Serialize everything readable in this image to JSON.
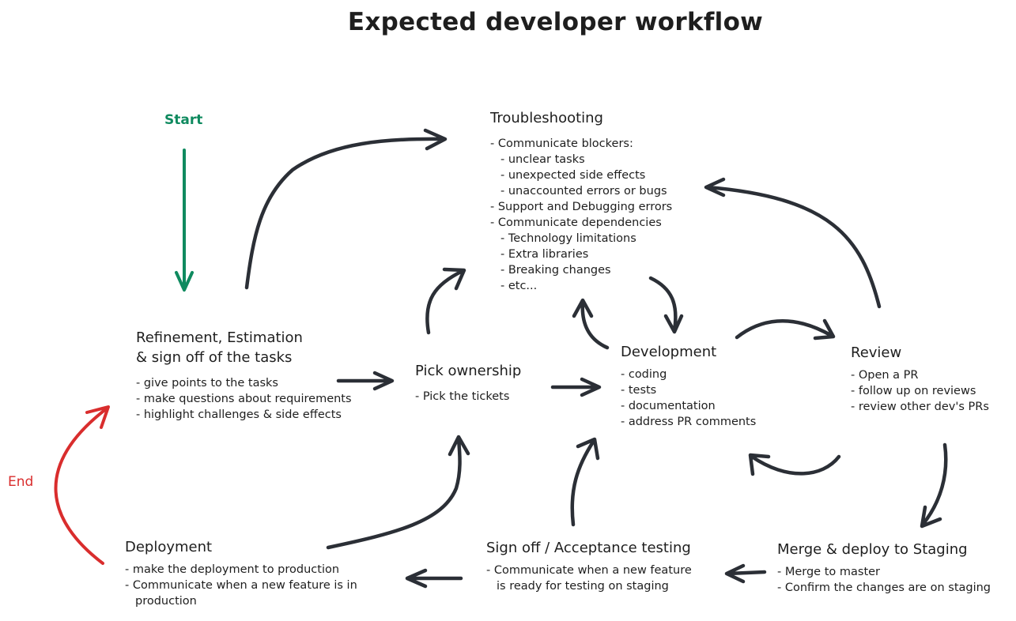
{
  "title": "Expected developer workflow",
  "start_label": "Start",
  "end_label": "End",
  "colors": {
    "stroke": "#2b2f36",
    "start": "#0f8a5f",
    "end": "#d92d2d"
  },
  "troubleshooting": {
    "title": "Troubleshooting",
    "items": [
      "- Communicate blockers:",
      "- unclear tasks",
      "- unexpected side effects",
      "- unaccounted errors or bugs",
      "- Support and Debugging errors",
      "- Communicate dependencies",
      "- Technology limitations",
      "- Extra libraries",
      "- Breaking changes",
      "- etc..."
    ]
  },
  "refinement": {
    "title": "Refinement, Estimation\n& sign off of the tasks",
    "items": [
      "- give points to the tasks",
      "- make questions about requirements",
      "- highlight challenges & side effects"
    ]
  },
  "pick_ownership": {
    "title": "Pick ownership",
    "items": [
      "- Pick the tickets"
    ]
  },
  "development": {
    "title": "Development",
    "items": [
      "- coding",
      "- tests",
      "- documentation",
      "- address PR comments"
    ]
  },
  "review": {
    "title": "Review",
    "items": [
      "- Open a PR",
      "- follow up on reviews",
      "- review other dev's PRs"
    ]
  },
  "merge_deploy": {
    "title": "Merge & deploy to Staging",
    "items": [
      "- Merge to master",
      "- Confirm the changes are on staging"
    ]
  },
  "signoff": {
    "title": "Sign off / Acceptance testing",
    "items": [
      "- Communicate when a new feature",
      "is ready for testing on staging"
    ]
  },
  "deployment": {
    "title": "Deployment",
    "items": [
      "- make the deployment to production",
      "- Communicate when a new feature is in",
      "production"
    ]
  }
}
